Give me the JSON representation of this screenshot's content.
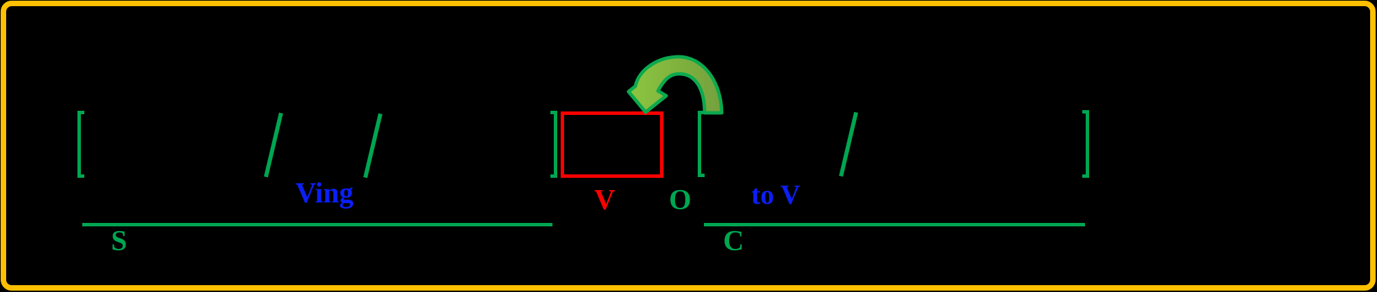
{
  "slide": {
    "background": "#000000",
    "border_color": "#FFC000",
    "annotation_colors": {
      "green": "#00A651",
      "red": "#FF0000",
      "blue": "#0B1FF5",
      "arrow-fill-start": "#8CC63F",
      "arrow-fill-end": "#74A03E",
      "arrow-outline": "#0CA94E"
    },
    "labels": {
      "ving": "Ving",
      "subject": "S",
      "verb": "V",
      "object": "O",
      "to_v": "to V",
      "complement": "C"
    },
    "icons": {
      "arrow": "curved-arrow-left-down-icon"
    }
  }
}
